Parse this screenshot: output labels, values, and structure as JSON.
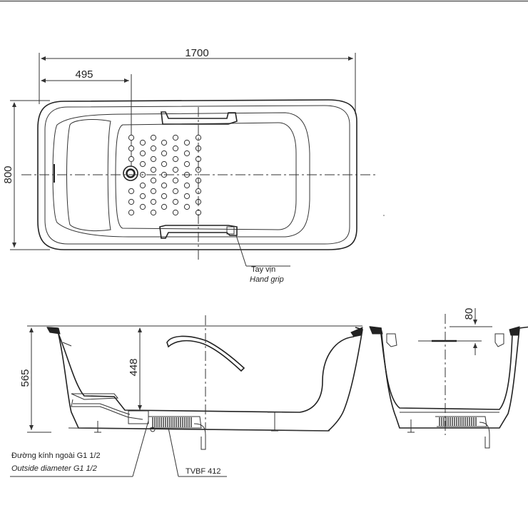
{
  "dimensions": {
    "length": "1700",
    "drain_offset": "495",
    "width": "800",
    "height": "565",
    "inner_depth": "448",
    "rim_offset": "80"
  },
  "labels": {
    "hand_grip_vi": "Tay vịn",
    "hand_grip_en": "Hand grip",
    "outside_diameter_vi": "Đường kính ngoài G1 1/2",
    "outside_diameter_en": "Outside diameter G1 1/2",
    "drain_model": "TVBF 412"
  },
  "colors": {
    "line": "#333333",
    "background": "#ffffff"
  }
}
